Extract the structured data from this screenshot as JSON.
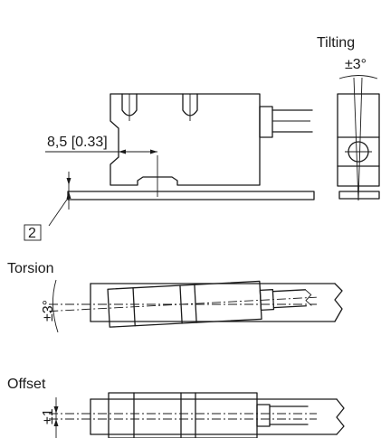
{
  "labels": {
    "tilting": "Tilting",
    "tilt_angle": "±3°",
    "dimension": "8,5 [0.33]",
    "ref_number": "2",
    "torsion": "Torsion",
    "torsion_angle": "±3°",
    "offset": "Offset",
    "offset_value": "±1"
  }
}
